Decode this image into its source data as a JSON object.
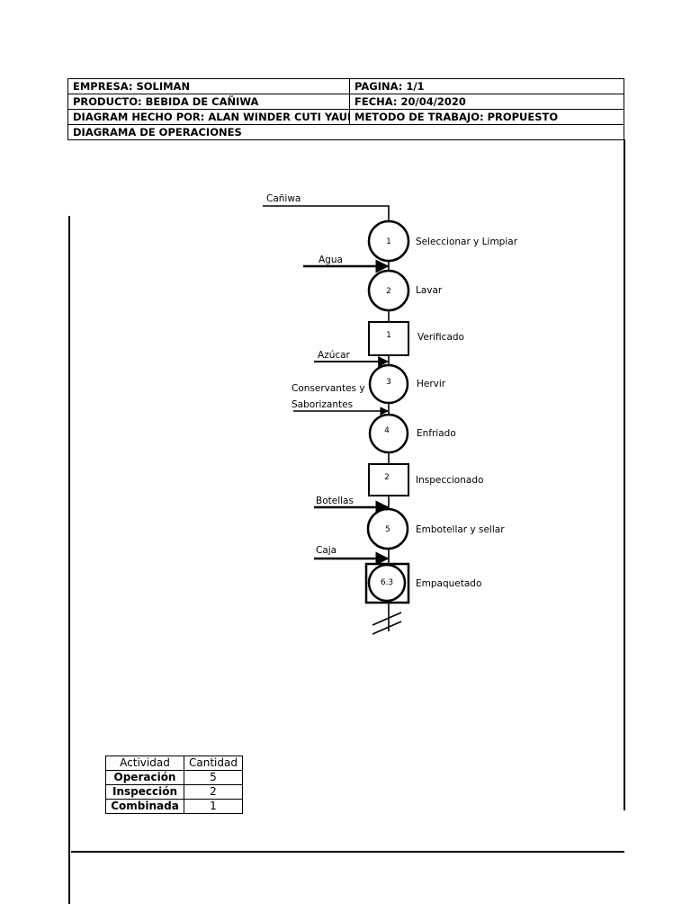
{
  "header": {
    "empresa": "EMPRESA: SOLIMAN",
    "pagina": "PAGINA: 1/1",
    "producto": "PRODUCTO: BEBIDA DE CAÑIWA",
    "fecha": "FECHA: 20/04/2020",
    "hecho_por": "DIAGRAM HECHO POR: ALAN WINDER CUTI YAURI",
    "metodo": "METODO DE TRABAJO: PROPUESTO",
    "diagrama": "DIAGRAMA DE OPERACIONES"
  },
  "diagram": {
    "start_material": "Cañiwa",
    "steps": [
      {
        "symbol": "circle",
        "number": "1",
        "label": "Seleccionar y Limpiar"
      },
      {
        "symbol": "circle",
        "number": "2",
        "label": "Lavar"
      },
      {
        "symbol": "square",
        "number": "1",
        "label": "Verificado"
      },
      {
        "symbol": "circle",
        "number": "3",
        "label": "Hervir"
      },
      {
        "symbol": "circle",
        "number": "4",
        "label": "Enfriado"
      },
      {
        "symbol": "square",
        "number": "2",
        "label": "Inspeccionado"
      },
      {
        "symbol": "circle",
        "number": "5",
        "label": "Embotellar y sellar"
      },
      {
        "symbol": "combined",
        "number": "6.3",
        "label": "Empaquetado"
      }
    ],
    "inputs": [
      {
        "label": "Agua"
      },
      {
        "label": "Azúcar"
      },
      {
        "label_line1": "Conservantes y",
        "label_line2": "Saborizantes"
      },
      {
        "label": "Botellas"
      },
      {
        "label": "Caja"
      }
    ]
  },
  "summary": {
    "headers": [
      "Actividad",
      "Cantidad"
    ],
    "rows": [
      {
        "actividad": "Operación",
        "cantidad": "5"
      },
      {
        "actividad": "Inspección",
        "cantidad": "2"
      },
      {
        "actividad": "Combinada",
        "cantidad": "1"
      }
    ]
  }
}
